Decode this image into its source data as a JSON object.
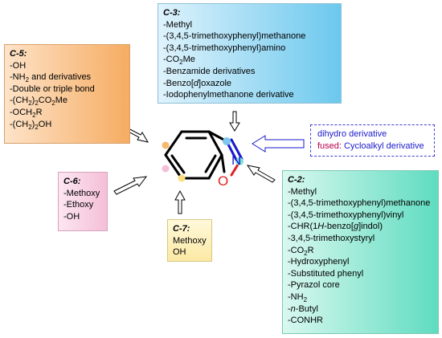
{
  "c3": {
    "heading": "C-3:",
    "items": [
      "-Methyl",
      "-(3,4,5-trimethoxyphenyl)methanone",
      "-(3,4,5-trimethoxyphenyl)amino",
      "-CO2Me",
      "-Benzamide derivatives",
      "-Benzo[d]oxazole",
      "-Iodophenylmethanone derivative"
    ]
  },
  "c5": {
    "heading": "C-5:",
    "items": [
      "-OH",
      "-NH2 and derivatives",
      "-Double or triple bond",
      "-(CH2)2CO2Me",
      "-OCH2R",
      "-(CH2)2OH"
    ]
  },
  "c6": {
    "heading": "C-6:",
    "items": [
      "-Methoxy",
      "-Ethoxy",
      "-OH"
    ]
  },
  "c7": {
    "heading": "C-7:",
    "items": [
      "Methoxy",
      "OH"
    ]
  },
  "c2": {
    "heading": "C-2:",
    "items": [
      "-Methyl",
      "-(3,4,5-trimethoxyphenyl)methanone",
      "-(3,4,5-trimethoxyphenyl)vinyl",
      "-CHR(1H-benzo[g]indol)",
      "-3,4,5-trimethoxystyryl",
      "-CO2R",
      "-Hydroxyphenyl",
      "-Substituted phenyl",
      "-Pyrazol core",
      "-NH2",
      "-n-Butyl",
      "-CONHR"
    ]
  },
  "fused_box": {
    "line1": "dihydro derivative",
    "line2_prefix": "fused:",
    "line2_rest": " Cycloalkyl derivative"
  },
  "molecule": {
    "n_label": "N",
    "o_label": "O",
    "colors": {
      "bond": "#000000",
      "n_color": "#1a1acc",
      "o_color": "#e02020",
      "c2_dot": "#7ee0d6",
      "c3_dot": "#7cc8ee",
      "c5_dot": "#f6b86a",
      "c6_dot": "#f4bfd8",
      "c7_dot": "#fbe080"
    }
  }
}
